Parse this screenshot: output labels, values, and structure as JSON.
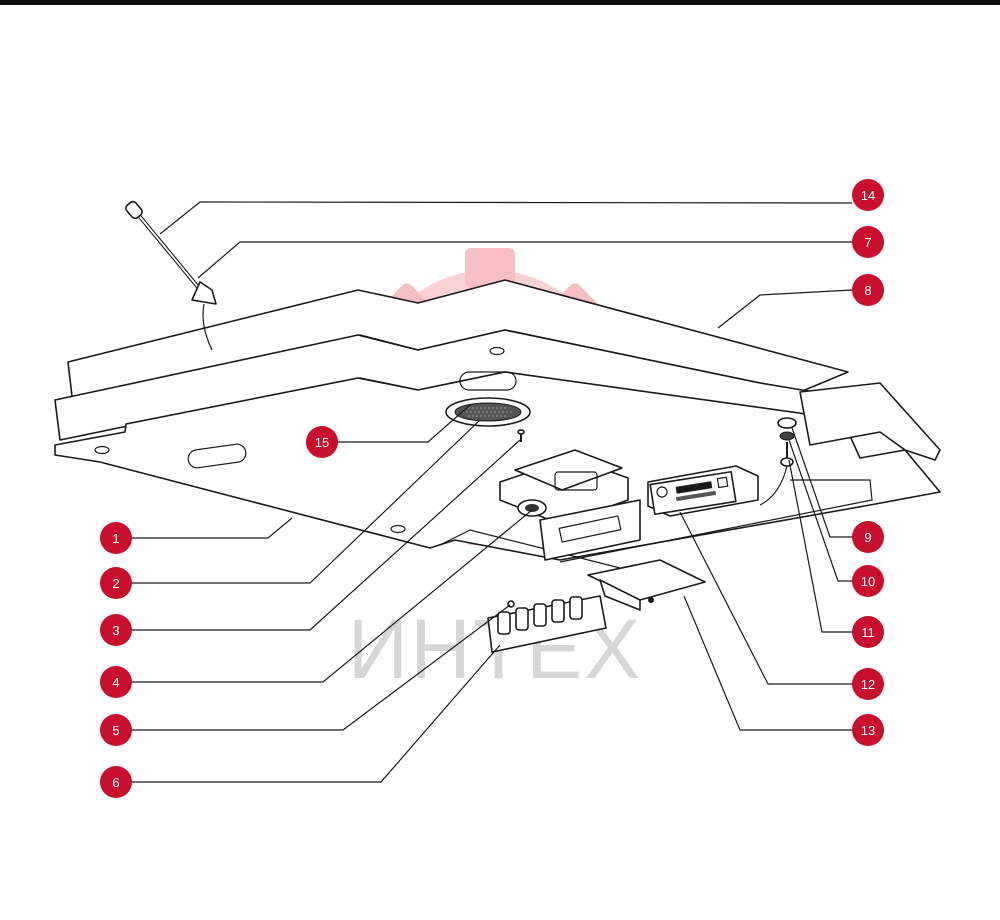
{
  "watermark": {
    "text": "ИНТЕХ",
    "color": "#e8404f"
  },
  "colors": {
    "callout": "#c8102e",
    "line": "#1a1a1a",
    "top_rule": "#111111"
  },
  "callouts": [
    {
      "number": "1"
    },
    {
      "number": "2"
    },
    {
      "number": "3"
    },
    {
      "number": "4"
    },
    {
      "number": "5"
    },
    {
      "number": "6"
    },
    {
      "number": "7"
    },
    {
      "number": "8"
    },
    {
      "number": "9"
    },
    {
      "number": "10"
    },
    {
      "number": "11"
    },
    {
      "number": "12"
    },
    {
      "number": "13"
    },
    {
      "number": "14"
    },
    {
      "number": "15"
    }
  ]
}
